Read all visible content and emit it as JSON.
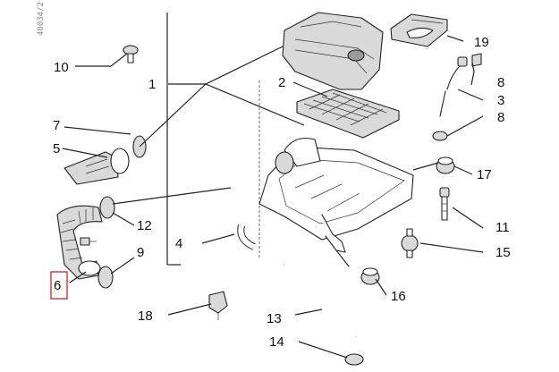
{
  "watermark": "40034/2",
  "callouts": [
    "1",
    "2",
    "3",
    "4",
    "5",
    "6",
    "7",
    "8",
    "8",
    "9",
    "10",
    "11",
    "12",
    "13",
    "14",
    "15",
    "16",
    "17",
    "18",
    "19"
  ],
  "highlight_color": "#cc2222"
}
